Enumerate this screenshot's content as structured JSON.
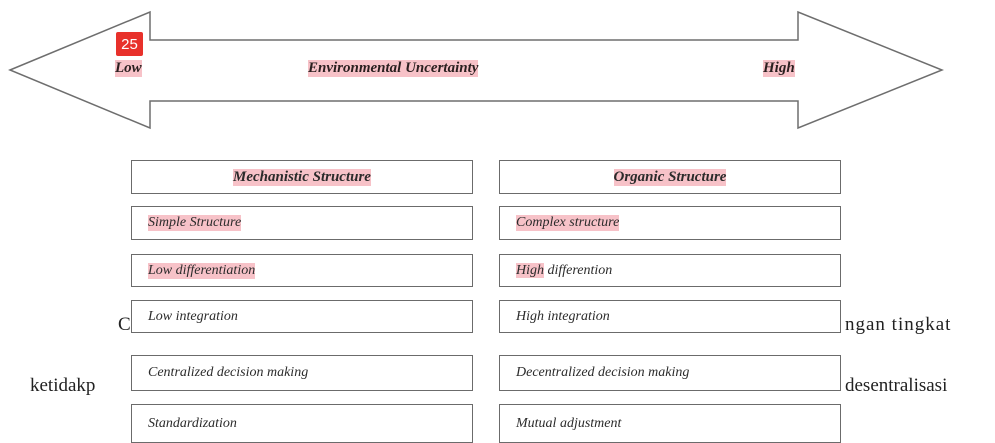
{
  "badge": "25",
  "arrow": {
    "low": "Low",
    "title": "Environmental Uncertainty",
    "high": "High"
  },
  "mechanistic": {
    "header": "Mechanistic Structure",
    "items": [
      "Simple Structure",
      "Low differentiation",
      "Low integration",
      "Centralized decision making",
      "Standardization"
    ]
  },
  "organic": {
    "header": "Organic Structure",
    "items": [
      "Complex structure",
      "High differention",
      "High integration",
      "Decentralized decision making",
      "Mutual adjustment"
    ]
  },
  "body_text": {
    "line1_start": "C",
    "line1_end": "ngan   tingkat",
    "line2_start": "ketidakp",
    "line2_end": "desentralisasi"
  },
  "colors": {
    "highlight": "#f7c2c8",
    "badge": "#e8312b",
    "border": "#6b6b6b"
  }
}
